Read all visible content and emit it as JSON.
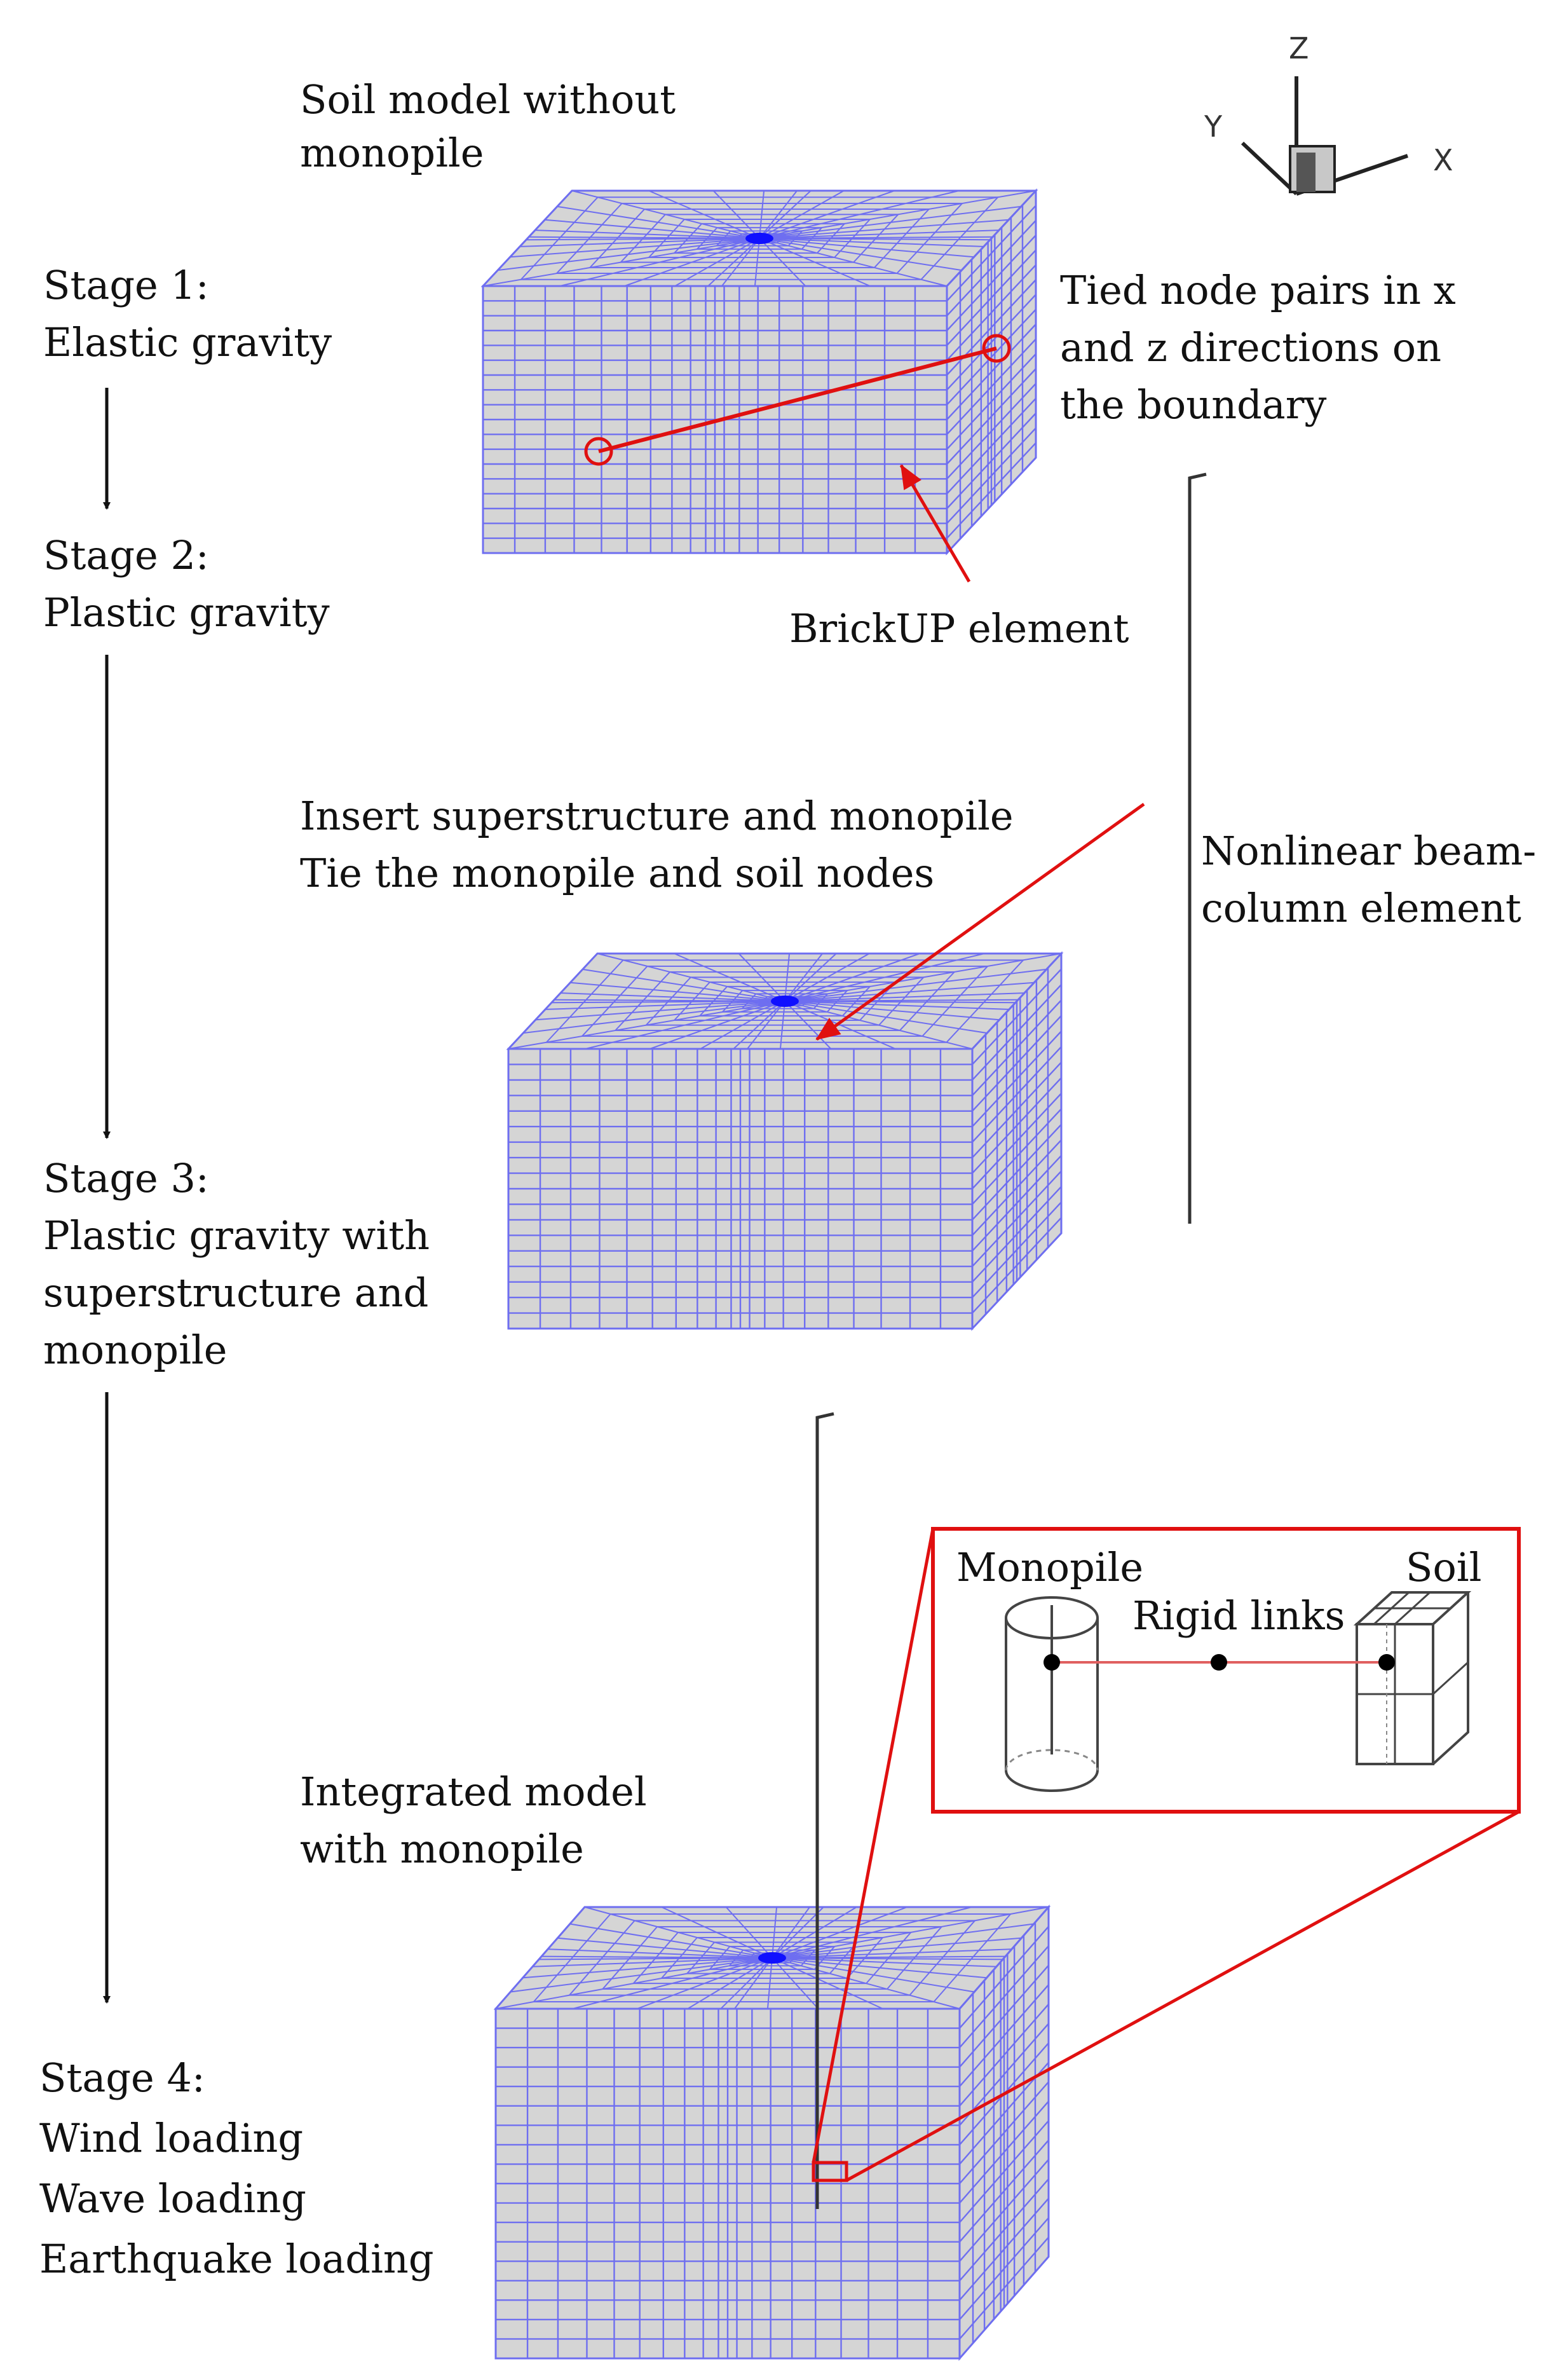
{
  "stages": [
    {
      "line1": "Stage 1:",
      "line2": "Elastic gravity"
    },
    {
      "line1": "Stage 2:",
      "line2": "Plastic gravity"
    },
    {
      "line1": "Stage 3:",
      "line2": "Plastic gravity with",
      "line3": "superstructure and",
      "line4": "monopile"
    },
    {
      "line1": "Stage 4:",
      "line2": "Wind loading",
      "line3": "Wave loading",
      "line4": "Earthquake loading"
    }
  ],
  "captions": {
    "soil_model_line1": "Soil model without",
    "soil_model_line2": "monopile",
    "tied_line1": "Tied node pairs in x",
    "tied_line2": "and z directions on",
    "tied_line3": "the boundary",
    "brickup": "BrickUP element",
    "insert_line1": "Insert superstructure and monopile",
    "insert_line2": "Tie the monopile and soil nodes",
    "beam_line1": "Nonlinear beam-",
    "beam_line2": "column element",
    "integrated_line1": "Integrated model",
    "integrated_line2": "with monopile"
  },
  "inset": {
    "monopile": "Monopile",
    "soil": "Soil",
    "rigid_links": "Rigid links"
  },
  "axes": {
    "x": "X",
    "y": "Y",
    "z": "Z"
  },
  "colors": {
    "mesh_line": "#6e6ef0",
    "mesh_fill": "#d5d5d5",
    "mesh_center": "#1010ff",
    "annotation": "#e01010",
    "arrow": "#111111"
  }
}
